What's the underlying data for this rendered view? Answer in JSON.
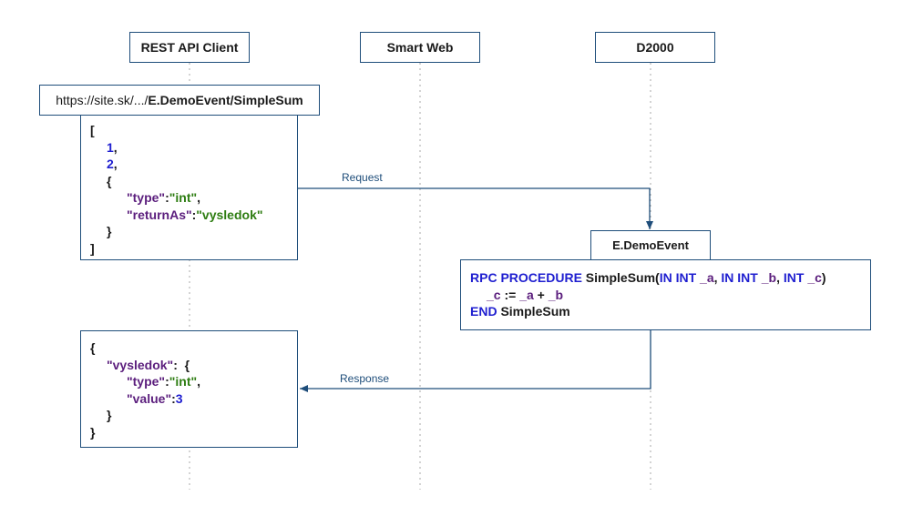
{
  "participants": {
    "rest_client": "REST API Client",
    "smart_web": "Smart Web",
    "d2000": "D2000"
  },
  "url": {
    "prefix": "https://site.sk/.../",
    "path": "E.DemoEvent/SimpleSum"
  },
  "request_body": {
    "open": "[",
    "arg1": "1",
    "arg2": "2",
    "obj_open": "{",
    "type_key": "\"type\"",
    "type_value": "\"int\"",
    "return_key": "\"returnAs\"",
    "return_value": "\"vysledok\"",
    "obj_close": "}",
    "close": "]"
  },
  "messages": {
    "request": "Request",
    "response": "Response"
  },
  "event": {
    "name": "E.DemoEvent",
    "kw_rpc_procedure": "RPC PROCEDURE",
    "proc_name": "SimpleSum(",
    "kw_in1": "IN INT",
    "param_a": "_a",
    "kw_in2": "IN INT",
    "param_b": "_b",
    "kw_int": "INT",
    "param_c": "_c",
    "body_c": "_c",
    "body_op": ":=",
    "body_a": "_a",
    "body_plus": "+",
    "body_b": "_b",
    "kw_end": "END",
    "end_name": "SimpleSum"
  },
  "response_body": {
    "open": "{",
    "key": "\"vysledok\"",
    "inner_open": "{",
    "type_key": "\"type\"",
    "type_value": "\"int\"",
    "value_key": "\"value\"",
    "value": "3",
    "inner_close": "}",
    "close": "}"
  },
  "colors": {
    "border": "#1e4d7a",
    "key": "#5b1e7d",
    "string": "#2e7d12",
    "number": "#1f1fd0",
    "keyword": "#1f1fd0"
  }
}
